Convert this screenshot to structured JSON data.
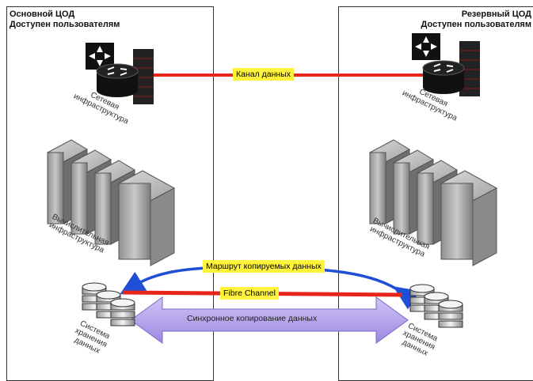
{
  "primary_site": {
    "title_line1": "Основной ЦОД",
    "title_line2": "Доступен пользователям",
    "network_label_line1": "Сетевая",
    "network_label_line2": "инфраструктура",
    "compute_label_line1": "Вычислительная",
    "compute_label_line2": "инфраструктура",
    "storage_label_line1": "Система",
    "storage_label_line2": "хранения",
    "storage_label_line3": "данных"
  },
  "backup_site": {
    "title_line1": "Резервный ЦОД",
    "title_line2": "Доступен пользователям",
    "network_label_line1": "Сетевая",
    "network_label_line2": "инфраструктура",
    "compute_label_line1": "Вычислительная",
    "compute_label_line2": "инфраструктура",
    "storage_label_line1": "Система",
    "storage_label_line2": "хранения",
    "storage_label_line3": "данных"
  },
  "links": {
    "data_channel": "Канал данных",
    "replication_path": "Маршрут копируемых данных",
    "fibre_channel": "Fibre Channel",
    "sync_copy": "Синхронное копирование данных"
  },
  "colors": {
    "data_channel": "#e8251b",
    "replication_path": "#1f4fd6",
    "sync_copy_fill": "#b5a6ea",
    "highlight": "#fff33b"
  },
  "icons": {
    "network": "router-firewall-icon",
    "compute": "server-rack-icon",
    "storage": "disk-stack-icon"
  }
}
